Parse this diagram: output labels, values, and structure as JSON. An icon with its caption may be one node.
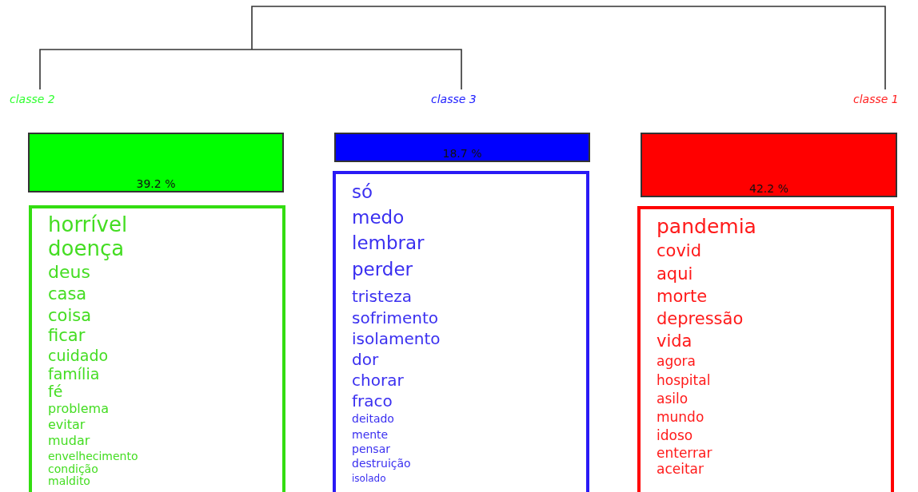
{
  "diagram": {
    "nodes": [
      {
        "text": [
          "39.2 %"
        ]
      },
      {
        "text": [
          "18.7 %"
        ]
      },
      {
        "text": [
          "42.2 %"
        ]
      },
      {
        "text": [
          "horrível",
          "doença",
          "deus",
          "casa",
          "coisa",
          "ficar",
          "cuidado",
          "família",
          "fé",
          "problema",
          "evitar",
          "mudar",
          "envelhecimento",
          "condição",
          "maldito"
        ]
      },
      {
        "text": [
          "só",
          "medo",
          "lembrar",
          "perder",
          "tristeza",
          "sofrimento",
          "isolamento",
          "dor",
          "chorar",
          "fraco",
          "deitado",
          "mente",
          "pensar",
          "destruição",
          "isolado"
        ]
      },
      {
        "text": [
          "pandemia",
          "covid",
          "aqui",
          "morte",
          "depressão",
          "vida",
          "agora",
          "hospital",
          "asilo",
          "mundo",
          "idoso",
          "enterrar",
          "aceitar"
        ]
      }
    ],
    "labels": [
      "classe 2",
      "classe 3",
      "classe 1"
    ]
  }
}
